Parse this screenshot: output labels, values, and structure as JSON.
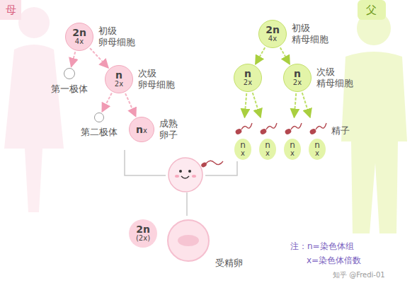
{
  "diagram": {
    "nodes": [
      {
        "text": [
          "2n",
          "4x",
          "初级 卵母细胞"
        ]
      },
      {
        "text": [
          "第一极体"
        ]
      },
      {
        "text": [
          "n",
          "2x",
          "次级 卵母细胞"
        ]
      },
      {
        "text": [
          "第二极体"
        ]
      },
      {
        "text": [
          "n",
          "x",
          "成熟 卵子"
        ]
      },
      {
        "text": [
          "2n",
          "4x",
          "初级 精母细胞"
        ]
      },
      {
        "text": [
          "n",
          "2x"
        ]
      },
      {
        "text": [
          "n",
          "2x",
          "次级 精母细胞"
        ]
      },
      {
        "text": [
          "n",
          "x"
        ]
      },
      {
        "text": [
          "n",
          "x"
        ]
      },
      {
        "text": [
          "n",
          "x"
        ]
      },
      {
        "text": [
          "n",
          "x"
        ]
      },
      {
        "text": [
          "2n",
          "(2x)",
          "受精卵"
        ]
      }
    ],
    "edges": [
      {
        "from": 0,
        "to": 1,
        "arrow": "to"
      },
      {
        "from": 0,
        "to": 2,
        "arrow": "to"
      },
      {
        "from": 2,
        "to": 3,
        "arrow": "to"
      },
      {
        "from": 2,
        "to": 4,
        "arrow": "to"
      },
      {
        "from": 5,
        "to": 6,
        "arrow": "to"
      },
      {
        "from": 5,
        "to": 7,
        "arrow": "to"
      },
      {
        "from": 6,
        "to": 8,
        "arrow": "to"
      },
      {
        "from": 6,
        "to": 9,
        "arrow": "to"
      },
      {
        "from": 7,
        "to": 10,
        "arrow": "to"
      },
      {
        "from": 7,
        "to": 11,
        "arrow": "to"
      }
    ],
    "labels": [
      "母",
      "父",
      "精子",
      "注：n=染色体组",
      "x=染色体倍数",
      "知乎 @Fredi-01"
    ]
  }
}
